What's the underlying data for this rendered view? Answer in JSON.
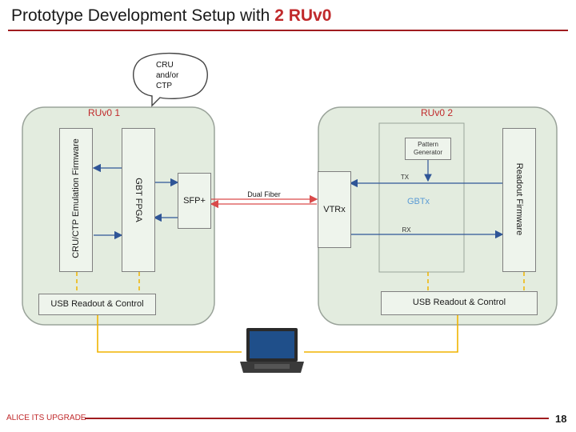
{
  "title": {
    "main": "Prototype Development Setup with ",
    "accent": "2 RUv0"
  },
  "bubble": {
    "lines": [
      "CRU",
      "and/or",
      "CTP"
    ]
  },
  "ru1": {
    "label": "RUv0 1",
    "emulation_fw": "CRU/CTP Emulation Firmware",
    "gbt_fpga": "GBT FPGA",
    "sfp": "SFP+",
    "usb": "USB Readout & Control"
  },
  "link": {
    "label": "Dual Fiber"
  },
  "ru2": {
    "label": "RUv0 2",
    "vtrx": "VTRx",
    "pattern_gen": "Pattern Generator",
    "tx": "TX",
    "gbtx": "GBTx",
    "rx": "RX",
    "readout_fw": "Readout Firmware",
    "usb": "USB Readout & Control"
  },
  "footer": {
    "left": "ALICE ITS UPGRADE",
    "page": "18"
  },
  "colors": {
    "accent": "#c0292b",
    "board": "#e3ecdf",
    "board_border": "#9aa39a",
    "usb_line": "#f0b400",
    "fiber": "#d94a4a",
    "arrow": "#2f5597",
    "gbtx": "#5b9bd5"
  }
}
